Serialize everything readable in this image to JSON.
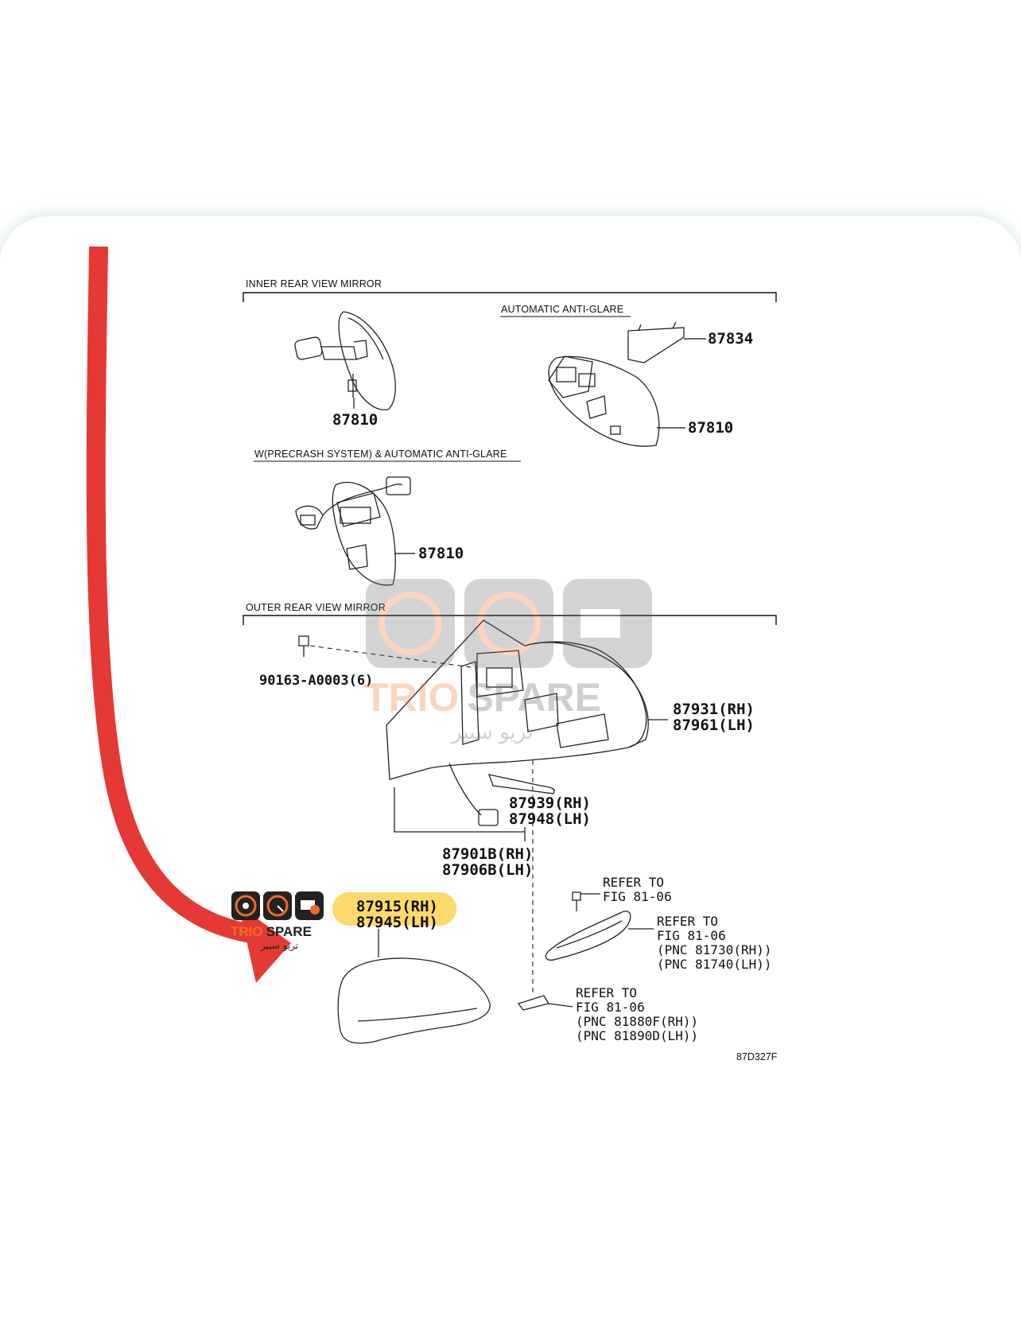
{
  "sections": {
    "inner": "INNER REAR VIEW MIRROR",
    "auto": "AUTOMATIC ANTI-GLARE",
    "precrash": "W(PRECRASH SYSTEM) & AUTOMATIC ANTI-GLARE",
    "outer": "OUTER REAR VIEW MIRROR"
  },
  "parts": {
    "p87810_a": "87810",
    "p87834": "87834",
    "p87810_b": "87810",
    "p87810_c": "87810",
    "screw": "90163-A0003(6)",
    "assy_rh": "87931(RH)",
    "assy_lh": "87961(LH)",
    "wire_rh": "87939(RH)",
    "wire_lh": "87948(LH)",
    "outer_rh": "87901B(RH)",
    "outer_lh": "87906B(LH)",
    "cover_rh": "87915(RH)",
    "cover_lh": "87945(LH)"
  },
  "refs": {
    "r1_l1": "REFER TO",
    "r1_l2": "FIG 81-06",
    "r2_l1": "REFER TO",
    "r2_l2": "FIG 81-06",
    "r2_l3": "(PNC 81730(RH))",
    "r2_l4": "(PNC 81740(LH))",
    "r3_l1": "REFER TO",
    "r3_l2": "FIG 81-06",
    "r3_l3": "(PNC 81880F(RH))",
    "r3_l4": "(PNC 81890D(LH))"
  },
  "figure_code": "87D327F",
  "logo": {
    "brand_trio": "TRIO",
    "brand_spare": "SPARE",
    "arabic": "تريو سبير"
  },
  "colors": {
    "arrow": "#e53935",
    "highlight": "#fbd96b",
    "logo_orange": "#f26a21",
    "logo_dark": "#222222"
  }
}
